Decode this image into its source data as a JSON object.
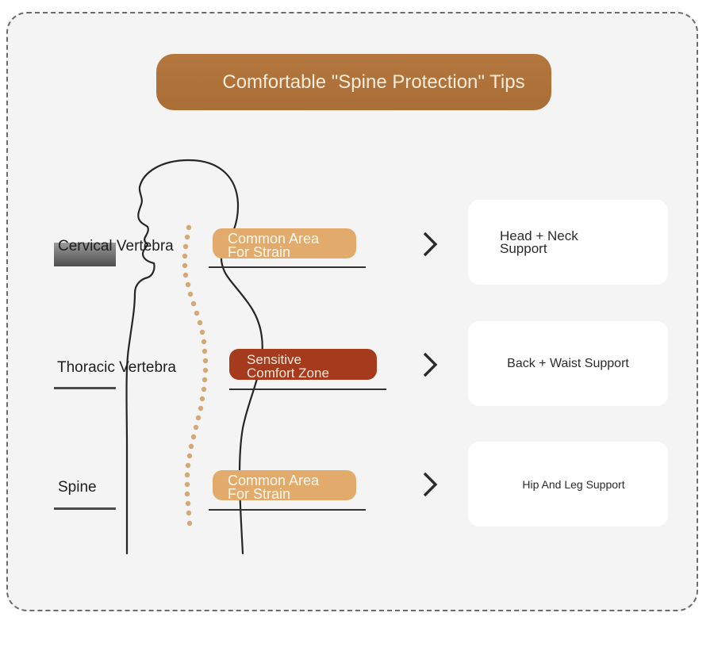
{
  "title": "Comfortable \"Spine Protection\" Tips",
  "regions": [
    {
      "label": "Cervical Vertebra",
      "tag_lines": [
        "Common Area",
        "For Strain"
      ],
      "support_lines": [
        "Head + Neck",
        "Support"
      ]
    },
    {
      "label": "Thoracic Vertebra",
      "tag_lines": [
        "Sensitive",
        "Comfort Zone"
      ],
      "support_lines": [
        "Back + Waist Support"
      ]
    },
    {
      "label": "Spine",
      "tag_lines": [
        "Common Area",
        "For Strain"
      ],
      "support_lines": [
        "Hip And Leg Support"
      ]
    }
  ],
  "colors": {
    "title_bg": "#b4773e",
    "tag_beige": "#e3ab6b",
    "tag_red": "#a53a1c",
    "spine_dots": "#d4a875"
  }
}
